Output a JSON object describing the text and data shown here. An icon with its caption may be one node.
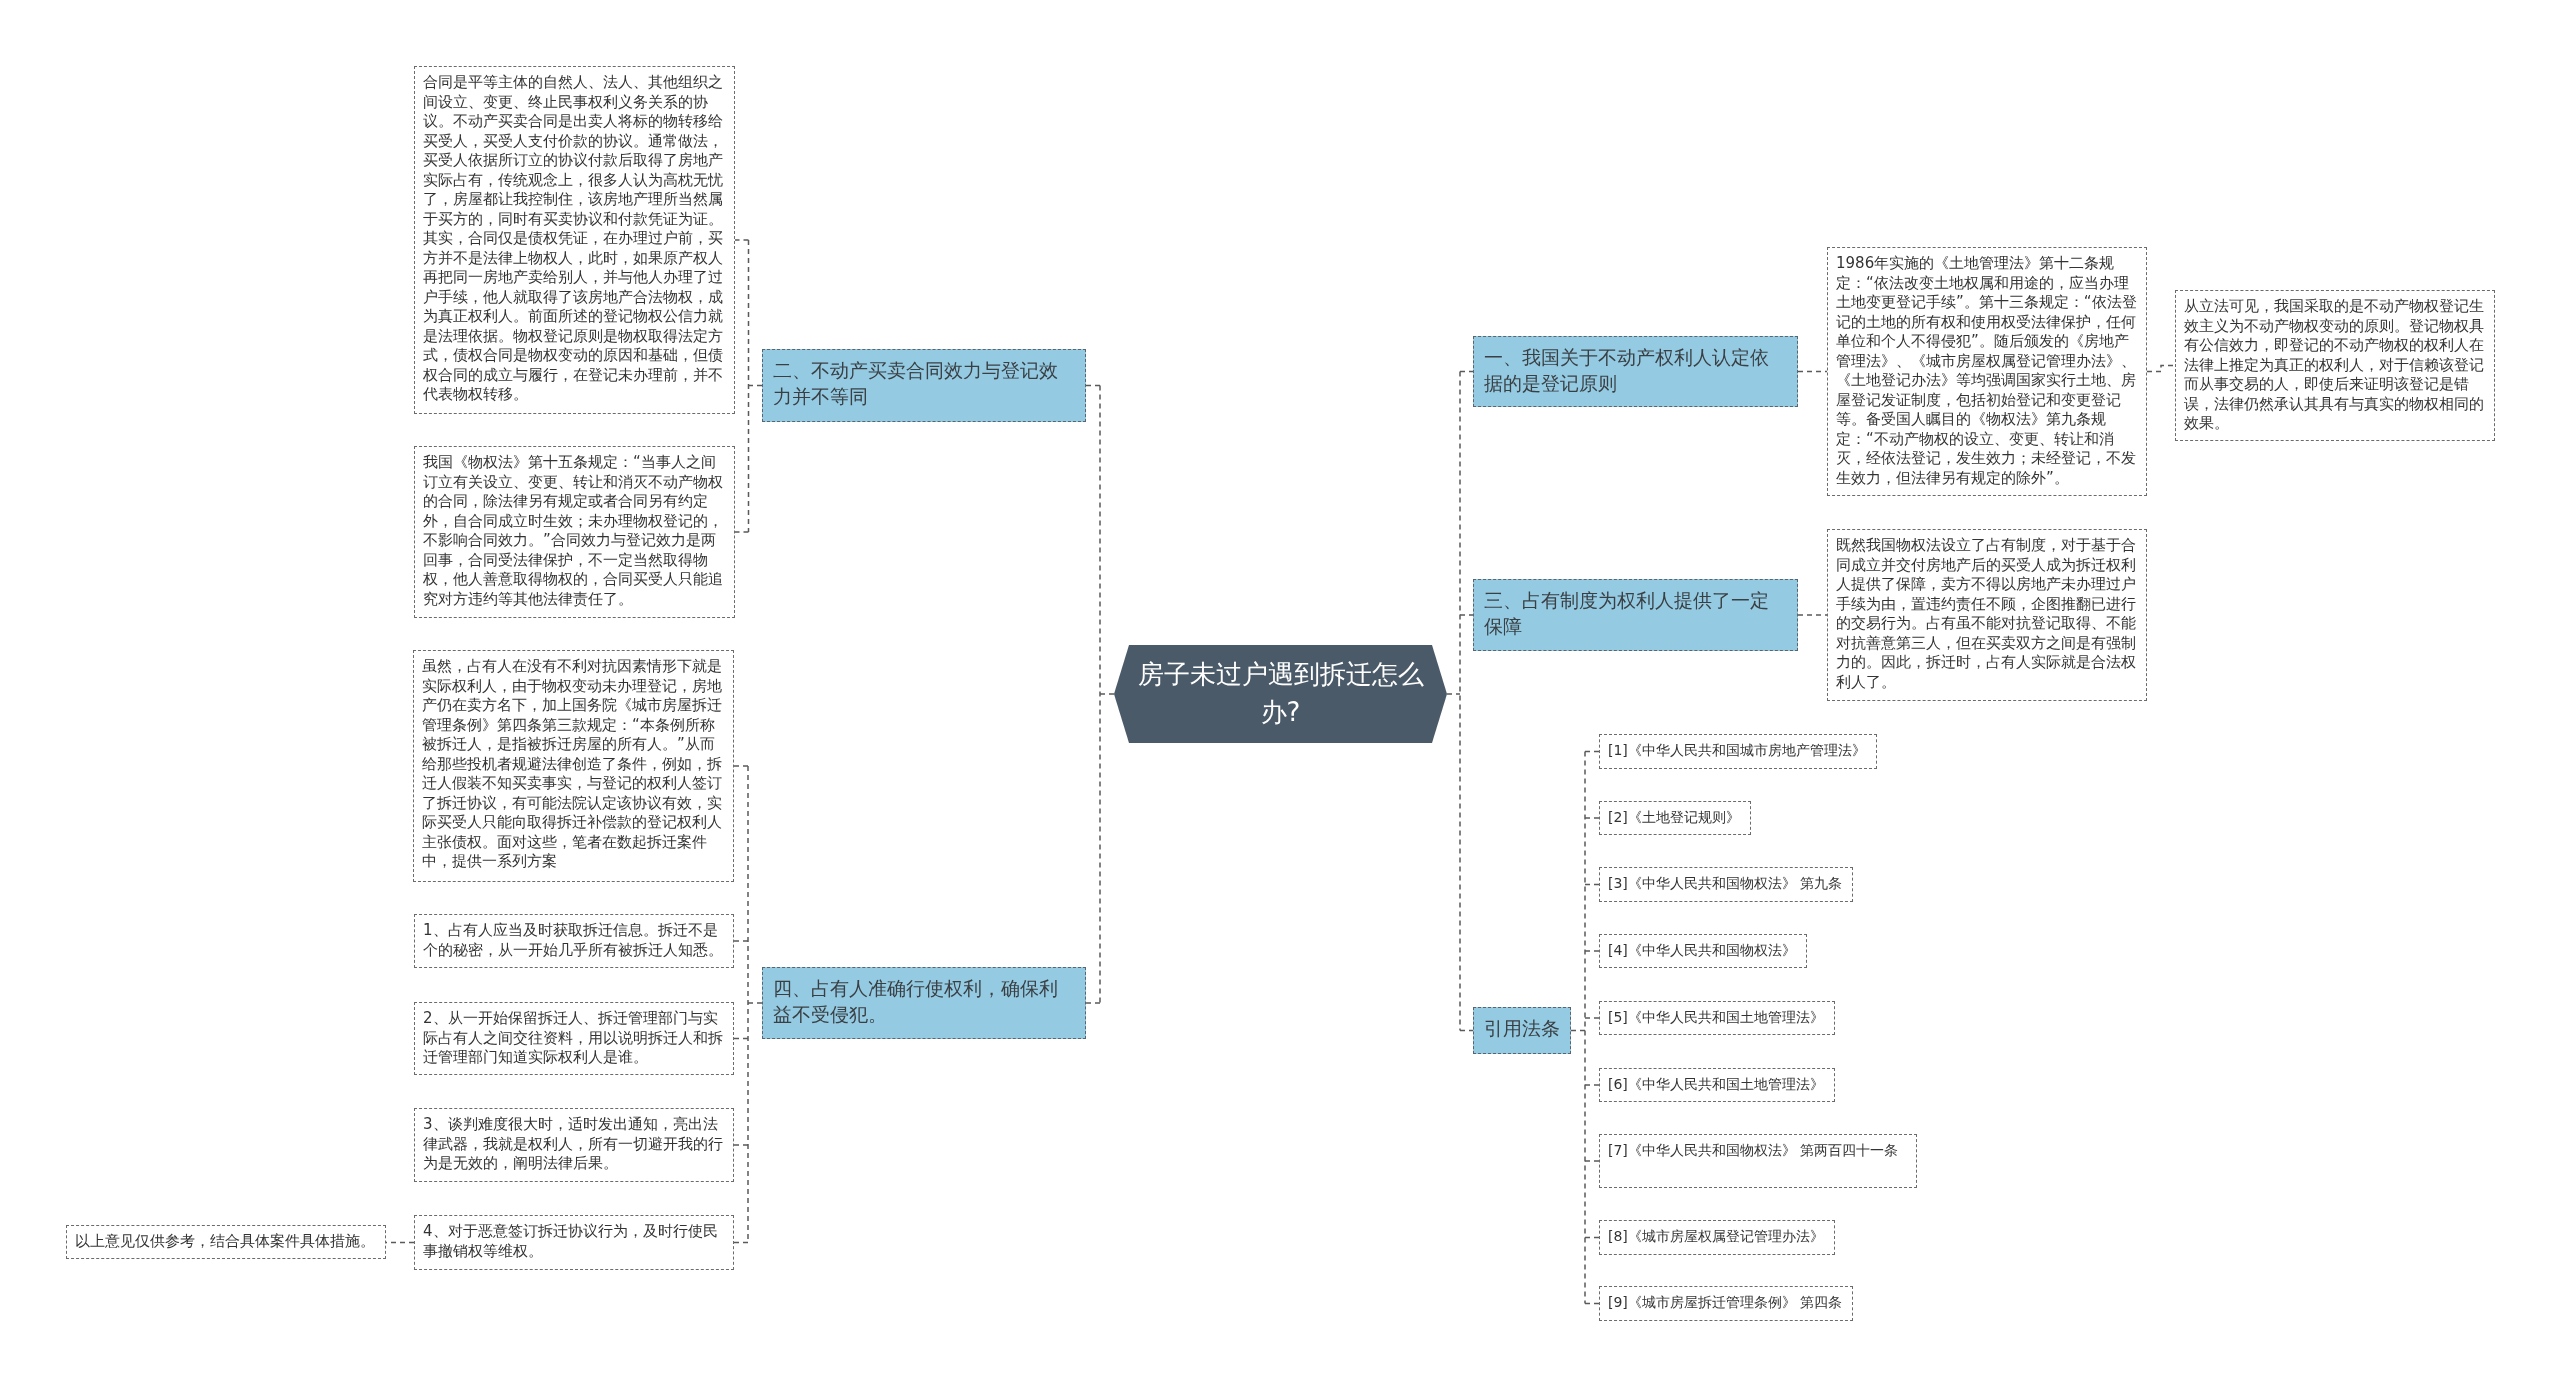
{
  "diagram": {
    "nodes": [
      {
        "text": [
          "房子未过户遇到拆迁怎么办?"
        ]
      },
      {
        "text": [
          "二、不动产买卖合同效力与登记效力并不等同"
        ]
      },
      {
        "text": [
          "合同是平等主体的自然人、法人、其他组织之间设立、变更、终止民事权利义务关系的协议。不动产买卖合同是出卖人将标的物转移给买受人，买受人支付价款的协议。通常做法，买受人依据所订立的协议付款后取得了房地产实际占有，传统观念上，很多人认为高枕无忧了，房屋都让我控制住，该房地产理所当然属于买方的，同时有买卖协议和付款凭证为证。其实，合同仅是债权凭证，在办理过户前，买方并不是法律上物权人，此时，如果原产权人再把同一房地产卖给别人，并与他人办理了过户手续，他人就取得了该房地产合法物权，成为真正权利人。前面所述的登记物权公信力就是法理依据。物权登记原则是物权取得法定方式，债权合同是物权变动的原因和基础，但债权合同的成立与履行，在登记未办理前，并不代表物权转移。"
        ]
      },
      {
        "text": [
          "我国《物权法》第十五条规定：“当事人之间订立有关设立、变更、转让和消灭不动产物权的合同，除法律另有规定或者合同另有约定外，自合同成立时生效；未办理物权登记的，不影响合同效力。”合同效力与登记效力是两回事，合同受法律保护，不一定当然取得物权，他人善意取得物权的，合同买受人只能追究对方违约等其他法律责任了。"
        ]
      },
      {
        "text": [
          "四、占有人准确行使权利，确保利益不受侵犯。"
        ]
      },
      {
        "text": [
          "虽然，占有人在没有不利对抗因素情形下就是实际权利人，由于物权变动未办理登记，房地产仍在卖方名下，加上国务院《城市房屋拆迁管理条例》第四条第三款规定：“本条例所称被拆迁人，是指被拆迁房屋的所有人。”从而给那些投机者规避法律创造了条件，例如，拆迁人假装不知买卖事实，与登记的权利人签订了拆迁协议，有可能法院认定该协议有效，实际买受人只能向取得拆迁补偿款的登记权利人主张债权。面对这些，笔者在数起拆迁案件中，提供一系列方案"
        ]
      },
      {
        "text": [
          "1、占有人应当及时获取拆迁信息。拆迁不是个的秘密，从一开始几乎所有被拆迁人知悉。"
        ]
      },
      {
        "text": [
          "2、从一开始保留拆迁人、拆迁管理部门与实际占有人之间交往资料，用以说明拆迁人和拆迁管理部门知道实际权利人是谁。"
        ]
      },
      {
        "text": [
          "3、谈判难度很大时，适时发出通知，亮出法律武器，我就是权利人，所有一切避开我的行为是无效的，阐明法律后果。"
        ]
      },
      {
        "text": [
          "4、对于恶意签订拆迁协议行为，及时行使民事撤销权等维权。"
        ]
      },
      {
        "text": [
          "以上意见仅供参考，结合具体案件具体措施。"
        ]
      },
      {
        "text": [
          "一、我国关于不动产权利人认定依据的是登记原则"
        ]
      },
      {
        "text": [
          "1986年实施的《土地管理法》第十二条规定：“依法改变土地权属和用途的，应当办理土地变更登记手续”。第十三条规定：“依法登记的土地的所有权和使用权受法律保护，任何单位和个人不得侵犯”。随后颁发的《房地产管理法》、《城市房屋权属登记管理办法》、《土地登记办法》等均强调国家实行土地、房屋登记发证制度，包括初始登记和变更登记等。备受国人瞩目的《物权法》第九条规定：“不动产物权的设立、变更、转让和消灭，经依法登记，发生效力；未经登记，不发生效力，但法律另有规定的除外”。"
        ]
      },
      {
        "text": [
          "从立法可见，我国采取的是不动产物权登记生效主义为不动产物权变动的原则。登记物权具有公信效力，即登记的不动产物权的权利人在法律上推定为真正的权利人，对于信赖该登记而从事交易的人，即使后来证明该登记是错误，法律仍然承认其具有与真实的物权相同的效果。"
        ]
      },
      {
        "text": [
          "三、占有制度为权利人提供了一定保障"
        ]
      },
      {
        "text": [
          "既然我国物权法设立了占有制度，对于基于合同成立并交付房地产后的买受人成为拆迁权利人提供了保障，卖方不得以房地产未办理过户手续为由，置违约责任不顾，企图推翻已进行的交易行为。占有虽不能对抗登记取得、不能对抗善意第三人，但在买卖双方之间是有强制力的。因此，拆迁时，占有人实际就是合法权利人了。"
        ]
      },
      {
        "text": [
          "引用法条"
        ]
      },
      {
        "text": [
          "[1]《中华人民共和国城市房地产管理法》"
        ]
      },
      {
        "text": [
          "[2]《土地登记规则》"
        ]
      },
      {
        "text": [
          "[3]《中华人民共和国物权法》 第九条"
        ]
      },
      {
        "text": [
          "[4]《中华人民共和国物权法》"
        ]
      },
      {
        "text": [
          "[5]《中华人民共和国土地管理法》"
        ]
      },
      {
        "text": [
          "[6]《中华人民共和国土地管理法》"
        ]
      },
      {
        "text": [
          "[7]《中华人民共和国物权法》 第两百四十一条"
        ]
      },
      {
        "text": [
          "[8]《城市房屋权属登记管理办法》"
        ]
      },
      {
        "text": [
          "[9]《城市房屋拆迁管理条例》 第四条"
        ]
      }
    ],
    "edges": [
      {
        "from": 0,
        "to": 1,
        "arrow": "none"
      },
      {
        "from": 1,
        "to": 2,
        "arrow": "none"
      },
      {
        "from": 1,
        "to": 3,
        "arrow": "none"
      },
      {
        "from": 0,
        "to": 4,
        "arrow": "none"
      },
      {
        "from": 4,
        "to": 5,
        "arrow": "none"
      },
      {
        "from": 4,
        "to": 6,
        "arrow": "none"
      },
      {
        "from": 4,
        "to": 7,
        "arrow": "none"
      },
      {
        "from": 4,
        "to": 8,
        "arrow": "none"
      },
      {
        "from": 4,
        "to": 9,
        "arrow": "none"
      },
      {
        "from": 9,
        "to": 10,
        "arrow": "none"
      },
      {
        "from": 0,
        "to": 11,
        "arrow": "none"
      },
      {
        "from": 11,
        "to": 12,
        "arrow": "none"
      },
      {
        "from": 12,
        "to": 13,
        "arrow": "none"
      },
      {
        "from": 0,
        "to": 14,
        "arrow": "none"
      },
      {
        "from": 14,
        "to": 15,
        "arrow": "none"
      },
      {
        "from": 0,
        "to": 16,
        "arrow": "none"
      },
      {
        "from": 16,
        "to": 17,
        "arrow": "none"
      },
      {
        "from": 16,
        "to": 18,
        "arrow": "none"
      },
      {
        "from": 16,
        "to": 19,
        "arrow": "none"
      },
      {
        "from": 16,
        "to": 20,
        "arrow": "none"
      },
      {
        "from": 16,
        "to": 21,
        "arrow": "none"
      },
      {
        "from": 16,
        "to": 22,
        "arrow": "none"
      },
      {
        "from": 16,
        "to": 23,
        "arrow": "none"
      },
      {
        "from": 16,
        "to": 24,
        "arrow": "none"
      },
      {
        "from": 16,
        "to": 25,
        "arrow": "none"
      }
    ]
  }
}
